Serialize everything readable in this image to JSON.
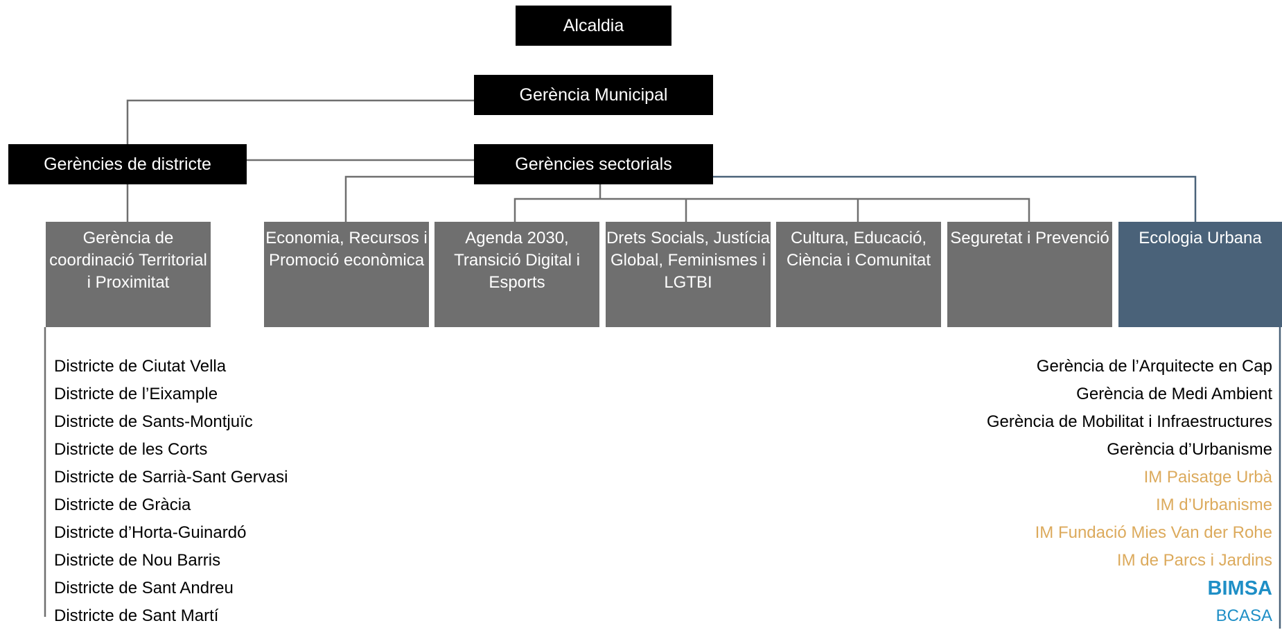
{
  "top": {
    "alcaldia": "Alcaldia",
    "gerencia_municipal": "Gerència Municipal"
  },
  "middle": {
    "districte": "Gerències de districte",
    "sectorials": "Gerències sectorials"
  },
  "areas": {
    "coordinacio": "Gerència de coordinació Territorial i Proximitat",
    "economia": "Economia, Recursos i Promoció econòmica",
    "agenda": "Agenda 2030, Transició Digital i Esports",
    "drets": "Drets Socials, Justícia Global, Feminismes i LGTBI",
    "cultura": "Cultura, Educació, Ciència i Comunitat",
    "seguretat": "Seguretat i Prevenció",
    "ecologia": "Ecologia Urbana"
  },
  "districtes": [
    "Districte de Ciutat Vella",
    "Districte de l’Eixample",
    "Districte de Sants-Montjuïc",
    "Districte de les Corts",
    "Districte de Sarrià-Sant Gervasi",
    "Districte de Gràcia",
    "Districte d’Horta-Guinardó",
    "Districte de Nou Barris",
    "Districte de Sant Andreu",
    "Districte de Sant Martí"
  ],
  "ecologia_units": {
    "gerencies": [
      "Gerència de l’Arquitecte en Cap",
      "Gerència de Medi Ambient",
      "Gerència de Mobilitat i Infraestructures",
      "Gerència d’Urbanisme"
    ],
    "instituts": [
      "IM Paisatge Urbà",
      "IM d’Urbanisme",
      "IM Fundació Mies Van der Rohe",
      "IM de Parcs i Jardins"
    ],
    "empreses": [
      "BIMSA",
      "BCASA"
    ]
  },
  "colors": {
    "black": "#000000",
    "gray": "#6f6f6f",
    "blue": "#4a6279",
    "orange": "#dcaa5c",
    "bimsa_blue": "#1f8fc6"
  }
}
